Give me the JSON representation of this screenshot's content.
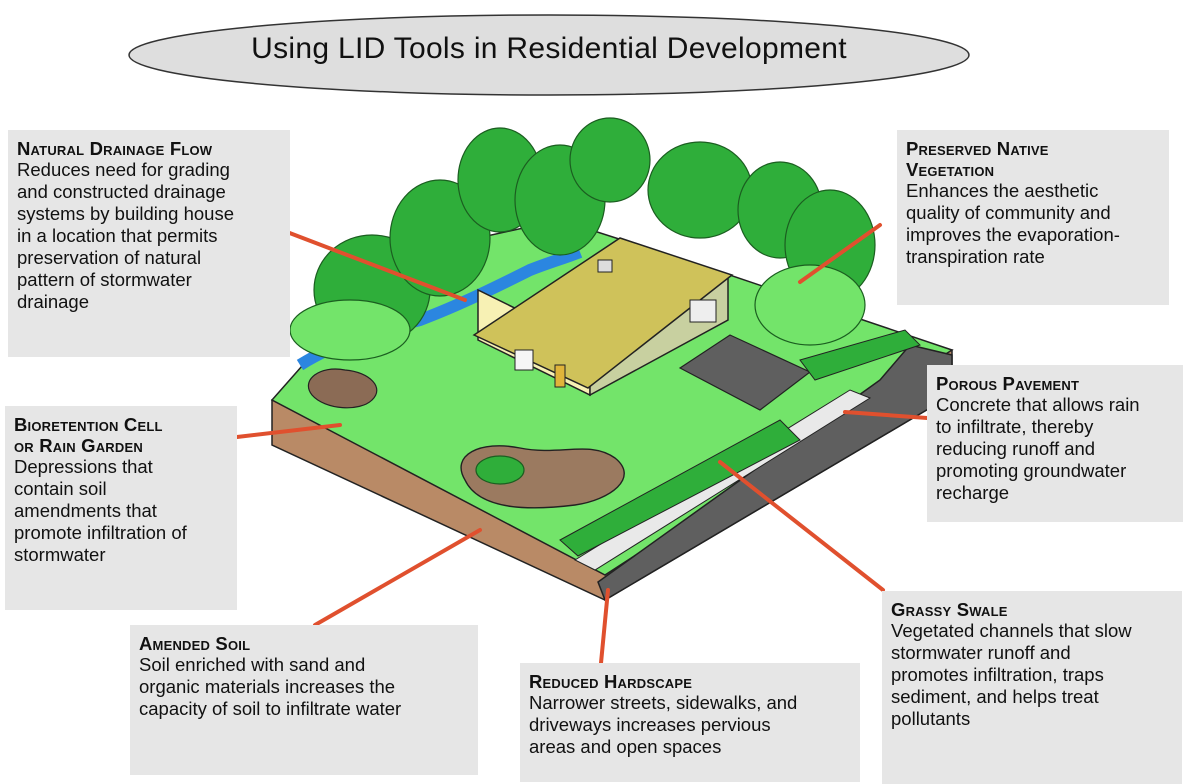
{
  "title": "Using LID Tools in Residential Development",
  "colors": {
    "label_box": "#e6e6e6",
    "arrow": "#e0502e",
    "lawn": "#73e46a",
    "tree": "#2fae3a",
    "water": "#2b86e0",
    "soil": "#b98a66",
    "road": "#5f5f5f",
    "roof": "#cfc25a",
    "wall": "#f7f1b4"
  },
  "labels": {
    "natural_drainage": {
      "heading": "Natural Drainage Flow",
      "lines": [
        "Reduces need for grading",
        "and constructed drainage",
        "systems by building house",
        "in a location that permits",
        "preservation of natural",
        "pattern of stormwater",
        "drainage"
      ]
    },
    "bioretention": {
      "heading_lines": [
        "Bioretention Cell",
        "or Rain Garden"
      ],
      "lines": [
        "Depressions that",
        "contain soil",
        "amendments that",
        "promote infiltration of",
        "stormwater"
      ]
    },
    "amended_soil": {
      "heading": "Amended Soil",
      "lines": [
        "Soil enriched with sand and",
        "organic materials increases the",
        "capacity of soil to infiltrate water"
      ]
    },
    "reduced_hardscape": {
      "heading": "Reduced Hardscape",
      "lines": [
        "Narrower streets, sidewalks, and",
        "driveways increases pervious",
        "areas and open spaces"
      ]
    },
    "grassy_swale": {
      "heading": "Grassy Swale",
      "lines": [
        "Vegetated channels that slow",
        "stormwater runoff and",
        "promotes infiltration, traps",
        "sediment, and helps treat",
        "pollutants"
      ]
    },
    "porous_pavement": {
      "heading": "Porous Pavement",
      "lines": [
        "Concrete that allows rain",
        "to infiltrate, thereby",
        "reducing runoff and",
        "promoting groundwater",
        "recharge"
      ]
    },
    "native_vegetation": {
      "heading_lines": [
        "Preserved Native",
        "Vegetation"
      ],
      "lines": [
        "Enhances the aesthetic",
        "quality of community and",
        "improves the evaporation-",
        "transpiration rate"
      ]
    }
  }
}
